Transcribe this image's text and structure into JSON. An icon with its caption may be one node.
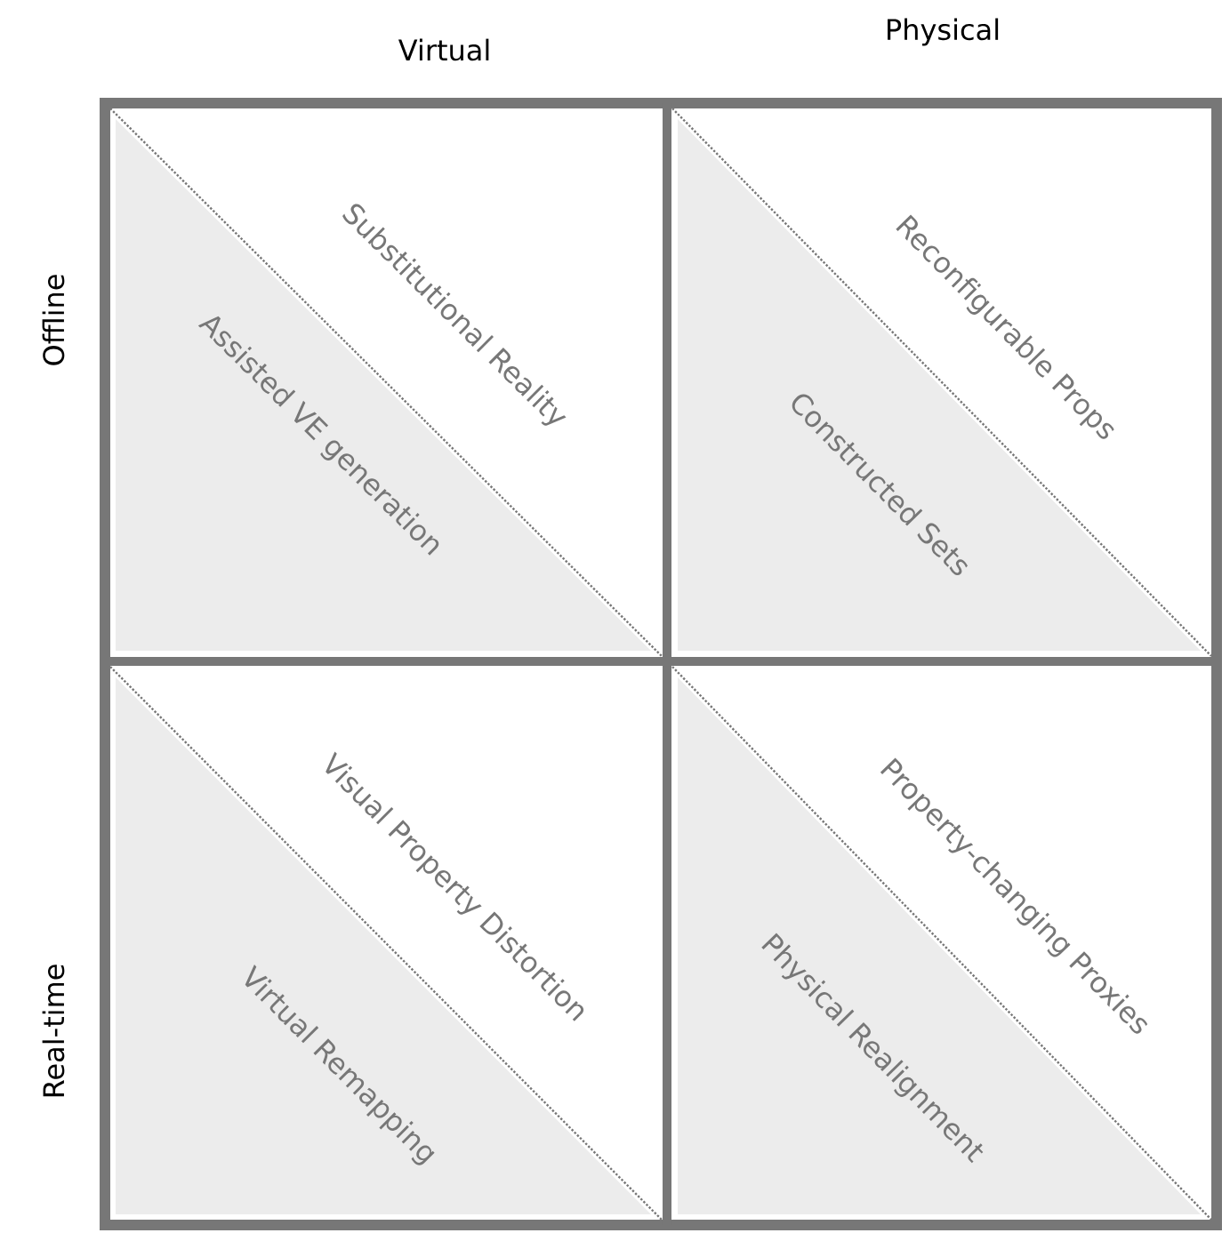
{
  "diagram": {
    "nodes": [
      {
        "text": [
          "Substitutional Reality"
        ]
      },
      {
        "text": [
          "Assisted VE generation"
        ]
      },
      {
        "text": [
          "Reconfigurable Props"
        ]
      },
      {
        "text": [
          "Constructed Sets"
        ]
      },
      {
        "text": [
          "Visual Property Distortion"
        ]
      },
      {
        "text": [
          "Virtual Remapping"
        ]
      },
      {
        "text": [
          "Property-changing Proxies"
        ]
      },
      {
        "text": [
          "Physical Realignment"
        ]
      }
    ],
    "labels": [
      "Virtual",
      "Physical",
      "Offline",
      "Real-time"
    ]
  }
}
